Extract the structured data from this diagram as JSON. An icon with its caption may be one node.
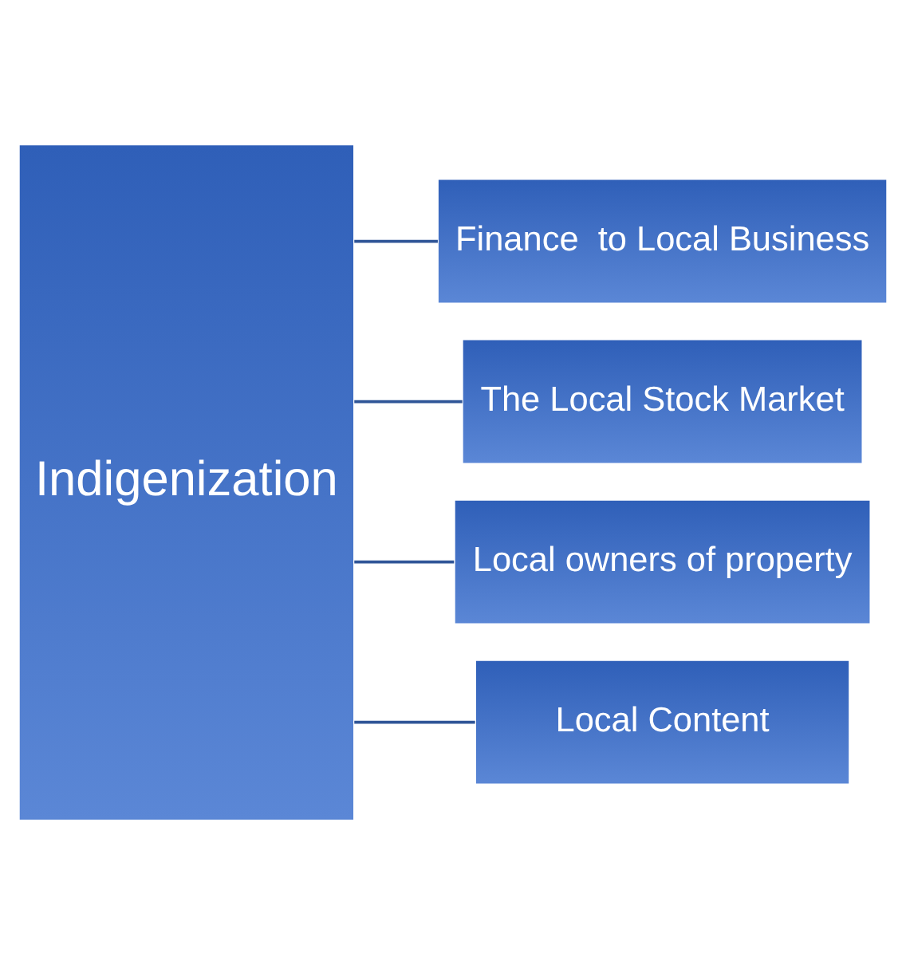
{
  "diagram": {
    "nodes": [
      {
        "text": [
          "Indigenization"
        ]
      },
      {
        "text": [
          "Finance  to Local Business"
        ]
      },
      {
        "text": [
          "The Local Stock Market"
        ]
      },
      {
        "text": [
          "Local owners of property"
        ]
      },
      {
        "text": [
          "Local Content"
        ]
      }
    ],
    "edges": [
      {
        "from": 0,
        "to": 1,
        "arrow": "none"
      },
      {
        "from": 0,
        "to": 2,
        "arrow": "none"
      },
      {
        "from": 0,
        "to": 3,
        "arrow": "none"
      },
      {
        "from": 0,
        "to": 4,
        "arrow": "none"
      }
    ]
  }
}
